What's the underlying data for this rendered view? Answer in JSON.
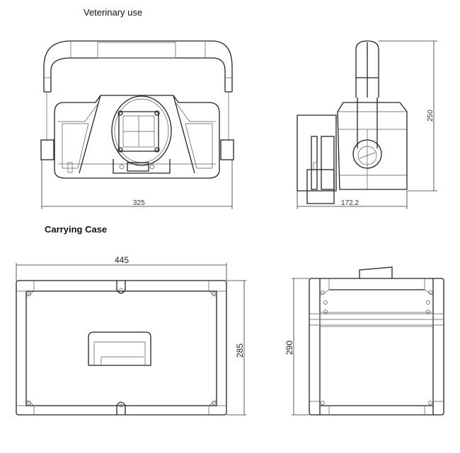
{
  "sections": {
    "veterinary_title": "Veterinary use",
    "case_title": "Carrying Case"
  },
  "dimensions": {
    "device_width": "325",
    "device_depth": "172.2",
    "device_height": "250",
    "case_width": "445",
    "case_height_front": "285",
    "case_height_side": "290"
  }
}
